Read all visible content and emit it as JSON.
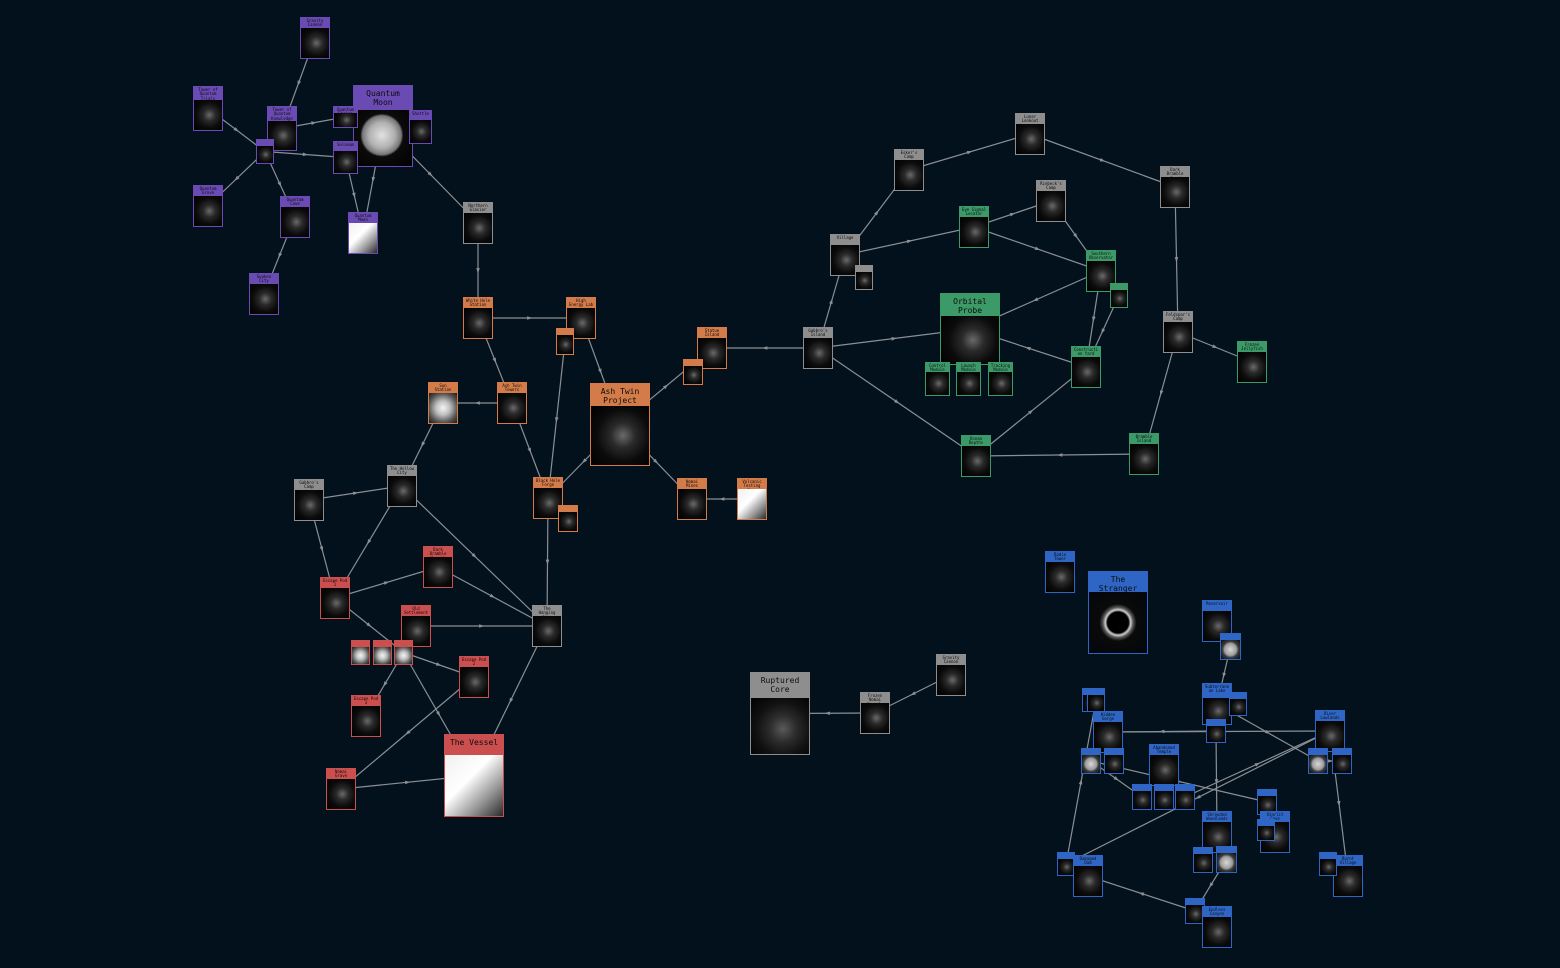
{
  "colors": {
    "background": "#03111d",
    "edge": "#8a8f93",
    "purple": "#6a4bb3",
    "orange": "#d37c4a",
    "red": "#cc4f4f",
    "green": "#3c9a69",
    "gray": "#8e8e8e",
    "blue": "#2f66c6"
  },
  "nodes": [
    {
      "id": "gravity-cannon",
      "label": "Gravity Cannon",
      "color": "purple"
    },
    {
      "id": "tower-quantum-trials",
      "label": "Tower of Quantum Trials",
      "color": "purple"
    },
    {
      "id": "tower-quantum-knowledge",
      "label": "Tower of Quantum Knowledge",
      "color": "purple"
    },
    {
      "id": "quantum-moon",
      "label": "Quantum Moon",
      "color": "purple",
      "big": true,
      "photo": "moon"
    },
    {
      "id": "qm-small-1",
      "label": "Quantum Shrine",
      "color": "purple"
    },
    {
      "id": "qm-small-2",
      "label": "Solanum",
      "color": "purple"
    },
    {
      "id": "qm-small-3",
      "label": "Shuttle",
      "color": "purple"
    },
    {
      "id": "qm-hub",
      "label": "",
      "color": "purple"
    },
    {
      "id": "quantum-grove",
      "label": "Quantum Grove",
      "color": "purple"
    },
    {
      "id": "quantum-cave",
      "label": "Quantum Cave",
      "color": "purple"
    },
    {
      "id": "quantum-moon-locator",
      "label": "Quantum Moon Locator",
      "color": "purple",
      "photo": "white"
    },
    {
      "id": "sunken-city",
      "label": "Sunken City",
      "color": "purple"
    },
    {
      "id": "northern-glacier",
      "label": "Northern Glacier",
      "color": "gray"
    },
    {
      "id": "white-hole-station",
      "label": "White Hole Station",
      "color": "orange"
    },
    {
      "id": "high-energy-lab",
      "label": "High Energy Lab",
      "color": "orange"
    },
    {
      "id": "he-small",
      "label": "",
      "color": "orange"
    },
    {
      "id": "ash-twin-project",
      "label": "Ash Twin Project",
      "color": "orange",
      "big": true
    },
    {
      "id": "sun-station",
      "label": "Sun Station",
      "color": "orange",
      "photo": "bright"
    },
    {
      "id": "ash-twin-towers",
      "label": "Ash Twin Towers",
      "color": "orange"
    },
    {
      "id": "black-hole-forge",
      "label": "Black Hole Forge",
      "color": "orange"
    },
    {
      "id": "bhf-small",
      "label": "",
      "color": "orange"
    },
    {
      "id": "nomai-mines",
      "label": "Nomai Mines",
      "color": "orange"
    },
    {
      "id": "volcanic-testing-site",
      "label": "Volcanic Testing Site",
      "color": "orange",
      "photo": "white"
    },
    {
      "id": "statue-island",
      "label": "Statue Island",
      "color": "orange"
    },
    {
      "id": "si-small",
      "label": "",
      "color": "orange"
    },
    {
      "id": "gabbros-camp",
      "label": "Gabbro's Camp",
      "color": "gray"
    },
    {
      "id": "the-hollow-city",
      "label": "The Hollow City",
      "color": "gray"
    },
    {
      "id": "the-hanging-city",
      "label": "The Hanging City",
      "color": "gray"
    },
    {
      "id": "escape-pod-1",
      "label": "Escape Pod 1",
      "color": "red"
    },
    {
      "id": "escape-pod-2",
      "label": "Escape Pod 2",
      "color": "red"
    },
    {
      "id": "escape-pod-3",
      "label": "Escape Pod 3",
      "color": "red"
    },
    {
      "id": "dark-bramble-fossil",
      "label": "Dark Bramble Fossil",
      "color": "red"
    },
    {
      "id": "old-settlement",
      "label": "Old Settlement",
      "color": "red"
    },
    {
      "id": "bramble-small-1",
      "label": "",
      "color": "red",
      "photo": "bright"
    },
    {
      "id": "bramble-small-2",
      "label": "",
      "color": "red",
      "photo": "bright"
    },
    {
      "id": "bramble-small-3",
      "label": "",
      "color": "red",
      "photo": "bright"
    },
    {
      "id": "nomai-grave",
      "label": "Nomai Grave",
      "color": "red"
    },
    {
      "id": "the-vessel",
      "label": "The Vessel",
      "color": "red",
      "big": true,
      "photo": "white"
    },
    {
      "id": "village",
      "label": "Village",
      "color": "gray"
    },
    {
      "id": "village-small",
      "label": "",
      "color": "gray"
    },
    {
      "id": "esker-camp",
      "label": "Esker's Camp",
      "color": "gray"
    },
    {
      "id": "lunar-lookout",
      "label": "Lunar Lookout",
      "color": "gray"
    },
    {
      "id": "dark-bramble-seed",
      "label": "Dark Bramble Seed",
      "color": "gray"
    },
    {
      "id": "eye-signal-locator",
      "label": "Eye Signal Locator",
      "color": "green"
    },
    {
      "id": "riebecks-camp",
      "label": "Riebeck's Camp",
      "color": "gray"
    },
    {
      "id": "southern-observatory",
      "label": "Southern Observatory",
      "color": "green"
    },
    {
      "id": "so-small",
      "label": "",
      "color": "green"
    },
    {
      "id": "gabbros-island",
      "label": "Gabbro's Island",
      "color": "gray"
    },
    {
      "id": "orbital-probe-cannon",
      "label": "Orbital Probe Cannon",
      "color": "green",
      "big": true
    },
    {
      "id": "opc-control",
      "label": "Control Module",
      "color": "green"
    },
    {
      "id": "opc-launch",
      "label": "Launch Module",
      "color": "green"
    },
    {
      "id": "opc-tracking",
      "label": "Tracking Module",
      "color": "green"
    },
    {
      "id": "construction-yard",
      "label": "Construction Yard",
      "color": "green"
    },
    {
      "id": "feldspar-camp",
      "label": "Feldspar's Camp",
      "color": "gray"
    },
    {
      "id": "frozen-jellyfish",
      "label": "Frozen Jellyfish",
      "color": "green"
    },
    {
      "id": "ocean-depths",
      "label": "Ocean Depths",
      "color": "green"
    },
    {
      "id": "bramble-island",
      "label": "Bramble Island",
      "color": "green"
    },
    {
      "id": "radio-tower",
      "label": "Radio Tower",
      "color": "blue"
    },
    {
      "id": "the-stranger",
      "label": "The Stranger",
      "color": "blue",
      "big": true,
      "photo": "ring"
    },
    {
      "id": "ruptured-core",
      "label": "Ruptured Core",
      "color": "gray",
      "big": true,
      "photo": "core"
    },
    {
      "id": "frozen-nomai-shuttle",
      "label": "Frozen Nomai Shuttle",
      "color": "gray"
    },
    {
      "id": "gravity-cannon-2",
      "label": "Gravity Cannon",
      "color": "gray"
    },
    {
      "id": "reservoir",
      "label": "Reservoir",
      "color": "blue"
    },
    {
      "id": "res-clock",
      "label": "",
      "color": "blue",
      "photo": "clock"
    },
    {
      "id": "stranger-hub",
      "label": "Subterranean Lake",
      "color": "blue"
    },
    {
      "id": "hub-small",
      "label": "",
      "color": "blue"
    },
    {
      "id": "blue-a",
      "label": "",
      "color": "blue"
    },
    {
      "id": "hidden-gorge",
      "label": "Hidden Gorge",
      "color": "blue"
    },
    {
      "id": "hub-mid",
      "label": "",
      "color": "blue"
    },
    {
      "id": "river-lowlands",
      "label": "River Lowlands",
      "color": "blue"
    },
    {
      "id": "blue-clock-1",
      "label": "",
      "color": "blue",
      "photo": "clock"
    },
    {
      "id": "blue-b",
      "label": "",
      "color": "blue"
    },
    {
      "id": "abandoned-temple",
      "label": "Abandoned Temple",
      "color": "blue"
    },
    {
      "id": "temple-s1",
      "label": "",
      "color": "blue"
    },
    {
      "id": "temple-s2",
      "label": "",
      "color": "blue"
    },
    {
      "id": "temple-s3",
      "label": "",
      "color": "blue"
    },
    {
      "id": "blue-c",
      "label": "",
      "color": "blue",
      "photo": "clock"
    },
    {
      "id": "blue-d",
      "label": "",
      "color": "blue"
    },
    {
      "id": "shrouded-woodlands",
      "label": "Shrouded Woodlands",
      "color": "blue"
    },
    {
      "id": "blue-e",
      "label": "",
      "color": "blue"
    },
    {
      "id": "starlit-cove",
      "label": "Starlit Cove",
      "color": "blue"
    },
    {
      "id": "blue-f",
      "label": "",
      "color": "blue"
    },
    {
      "id": "blue-clock-2",
      "label": "",
      "color": "blue",
      "photo": "clock"
    },
    {
      "id": "blue-g",
      "label": "",
      "color": "blue"
    },
    {
      "id": "blue-h",
      "label": "",
      "color": "blue"
    },
    {
      "id": "endless-canyon",
      "label": "Endless Canyon",
      "color": "blue"
    },
    {
      "id": "burnt-village",
      "label": "Burnt Village",
      "color": "blue"
    },
    {
      "id": "blue-i",
      "label": "",
      "color": "blue"
    },
    {
      "id": "blue-j",
      "label": "",
      "color": "blue"
    },
    {
      "id": "damaged-dam",
      "label": "Damaged Dam",
      "color": "blue"
    },
    {
      "id": "blue-k",
      "label": "",
      "color": "blue"
    },
    {
      "id": "submerged-structure",
      "label": "Submerged Structure",
      "color": "blue"
    }
  ],
  "edges": [
    [
      "gravity-cannon",
      "tower-quantum-knowledge"
    ],
    [
      "tower-quantum-trials",
      "qm-hub"
    ],
    [
      "tower-quantum-knowledge",
      "qm-small-1"
    ],
    [
      "qm-hub",
      "tower-quantum-knowledge"
    ],
    [
      "qm-hub",
      "quantum-grove"
    ],
    [
      "qm-hub",
      "quantum-cave"
    ],
    [
      "qm-hub",
      "qm-small-2"
    ],
    [
      "quantum-cave",
      "sunken-city"
    ],
    [
      "qm-small-2",
      "quantum-moon-locator"
    ],
    [
      "quantum-moon",
      "quantum-moon-locator"
    ],
    [
      "quantum-moon",
      "northern-glacier"
    ],
    [
      "northern-glacier",
      "white-hole-station"
    ],
    [
      "white-hole-station",
      "high-energy-lab"
    ],
    [
      "high-energy-lab",
      "ash-twin-project"
    ],
    [
      "white-hole-station",
      "ash-twin-towers"
    ],
    [
      "ash-twin-towers",
      "sun-station"
    ],
    [
      "ash-twin-towers",
      "black-hole-forge"
    ],
    [
      "he-small",
      "black-hole-forge"
    ],
    [
      "ash-twin-project",
      "black-hole-forge"
    ],
    [
      "ash-twin-project",
      "nomai-mines"
    ],
    [
      "volcanic-testing-site",
      "nomai-mines"
    ],
    [
      "ash-twin-project",
      "statue-island"
    ],
    [
      "sun-station",
      "the-hollow-city"
    ],
    [
      "gabbros-camp",
      "the-hollow-city"
    ],
    [
      "the-hollow-city",
      "escape-pod-1"
    ],
    [
      "the-hollow-city",
      "the-hanging-city"
    ],
    [
      "black-hole-forge",
      "the-hanging-city"
    ],
    [
      "gabbros-camp",
      "escape-pod-1"
    ],
    [
      "escape-pod-1",
      "dark-bramble-fossil"
    ],
    [
      "dark-bramble-fossil",
      "the-hanging-city"
    ],
    [
      "old-settlement",
      "the-hanging-city"
    ],
    [
      "escape-pod-1",
      "bramble-small-3"
    ],
    [
      "bramble-small-3",
      "escape-pod-3"
    ],
    [
      "bramble-small-3",
      "escape-pod-2"
    ],
    [
      "bramble-small-3",
      "the-vessel"
    ],
    [
      "escape-pod-2",
      "nomai-grave"
    ],
    [
      "nomai-grave",
      "the-vessel"
    ],
    [
      "the-hanging-city",
      "the-vessel"
    ],
    [
      "gabbros-island",
      "statue-island"
    ],
    [
      "gabbros-island",
      "village"
    ],
    [
      "village",
      "eye-signal-locator"
    ],
    [
      "village",
      "esker-camp"
    ],
    [
      "esker-camp",
      "lunar-lookout"
    ],
    [
      "lunar-lookout",
      "dark-bramble-seed"
    ],
    [
      "eye-signal-locator",
      "riebecks-camp"
    ],
    [
      "eye-signal-locator",
      "southern-observatory"
    ],
    [
      "riebecks-camp",
      "southern-observatory"
    ],
    [
      "southern-observatory",
      "orbital-probe-cannon"
    ],
    [
      "southern-observatory",
      "construction-yard"
    ],
    [
      "so-small",
      "construction-yard"
    ],
    [
      "construction-yard",
      "orbital-probe-cannon"
    ],
    [
      "gabbros-island",
      "orbital-probe-cannon"
    ],
    [
      "gabbros-island",
      "ocean-depths"
    ],
    [
      "ocean-depths",
      "construction-yard"
    ],
    [
      "bramble-island",
      "ocean-depths"
    ],
    [
      "dark-bramble-seed",
      "feldspar-camp"
    ],
    [
      "feldspar-camp",
      "frozen-jellyfish"
    ],
    [
      "feldspar-camp",
      "bramble-island"
    ],
    [
      "gravity-cannon-2",
      "frozen-nomai-shuttle"
    ],
    [
      "frozen-nomai-shuttle",
      "ruptured-core"
    ],
    [
      "reservoir",
      "res-clock"
    ],
    [
      "res-clock",
      "stranger-hub"
    ],
    [
      "stranger-hub",
      "hub-mid"
    ],
    [
      "hidden-gorge",
      "river-lowlands"
    ],
    [
      "hub-mid",
      "hidden-gorge"
    ],
    [
      "hidden-gorge",
      "blue-clock-1"
    ],
    [
      "blue-clock-1",
      "temple-s1"
    ],
    [
      "blue-clock-1",
      "blue-e"
    ],
    [
      "blue-e",
      "starlit-cove"
    ],
    [
      "hub-mid",
      "shrouded-woodlands"
    ],
    [
      "shrouded-woodlands",
      "blue-clock-2"
    ],
    [
      "blue-clock-2",
      "blue-h"
    ],
    [
      "blue-h",
      "damaged-dam"
    ],
    [
      "stranger-hub",
      "blue-c"
    ],
    [
      "blue-c",
      "blue-d"
    ],
    [
      "river-lowlands",
      "blue-j"
    ],
    [
      "blue-j",
      "blue-k"
    ],
    [
      "river-lowlands",
      "burnt-village"
    ],
    [
      "temple-s3",
      "river-lowlands"
    ],
    [
      "abandoned-temple",
      "temple-s2"
    ]
  ]
}
